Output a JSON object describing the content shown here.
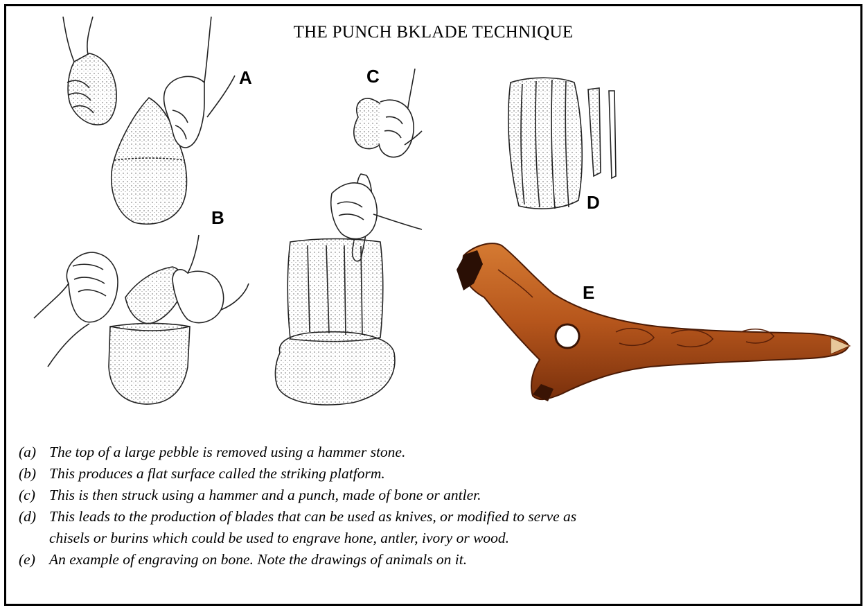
{
  "title": "THE PUNCH BKLADE TECHNIQUE",
  "labels": {
    "a": "A",
    "b": "B",
    "c": "C",
    "d": "D",
    "e": "E"
  },
  "captions": [
    {
      "key": "(a)",
      "text": "The top of a large pebble is removed using a hammer stone."
    },
    {
      "key": "(b)",
      "text": "This produces a flat surface called the striking platform."
    },
    {
      "key": "(c)",
      "text": "This is then struck using a hammer and a punch, made of bone or antler."
    },
    {
      "key": "(d)",
      "text": "This leads to the production of blades that can be used as knives, or modified to serve as chisels or burins which could be used to engrave hone, antler, ivory or wood."
    },
    {
      "key": "(e)",
      "text": "An example of engraving on bone. Note the drawings of animals on it."
    }
  ],
  "colors": {
    "antler": "#b6561c",
    "antler_dark": "#6e2a0a",
    "ink": "#222222"
  }
}
